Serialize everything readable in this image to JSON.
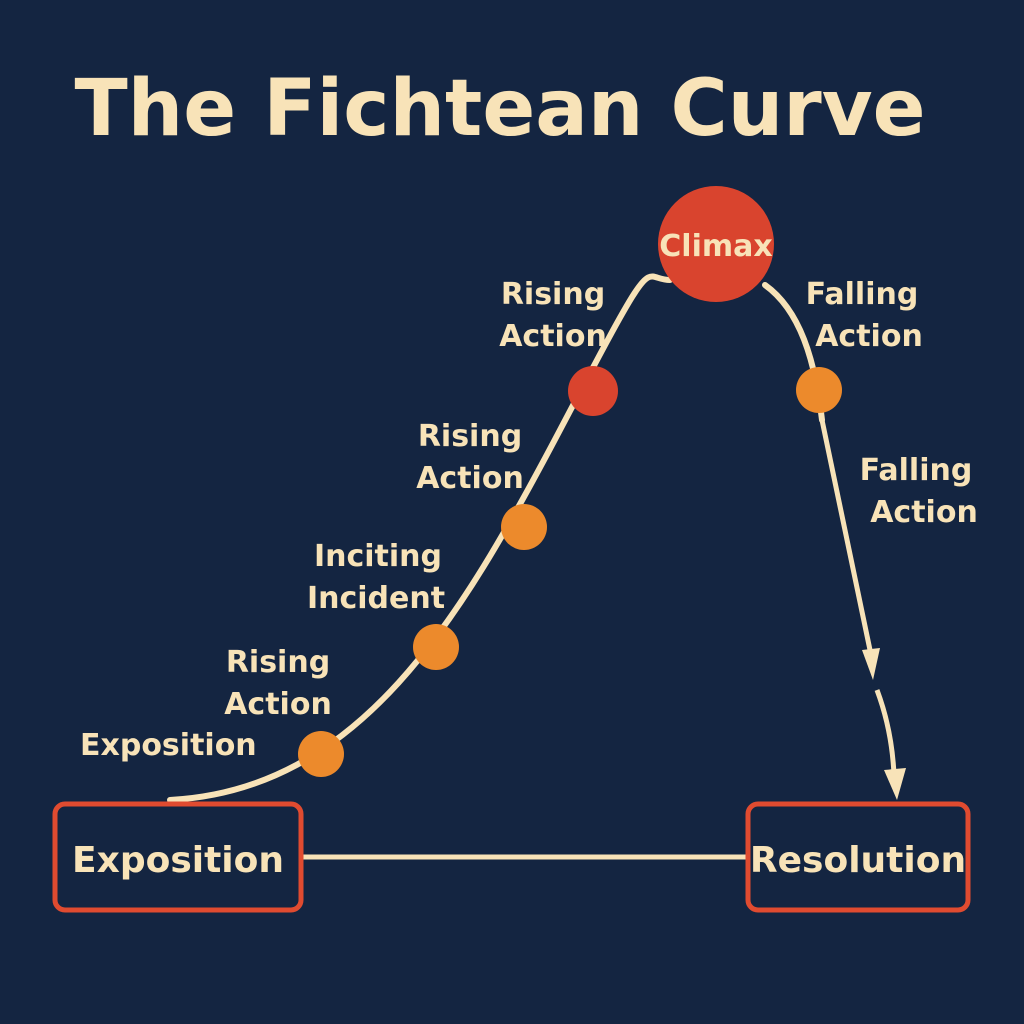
{
  "title": "The Fichtean Curve",
  "colors": {
    "background": "#142541",
    "curve": "#f8e3b8",
    "text": "#f8e3b8",
    "orange_point": "#ec8a2c",
    "red_point": "#d9442e",
    "box_border": "#e04b30"
  },
  "climax": {
    "label": "Climax"
  },
  "points": [
    {
      "id": "p1",
      "color": "orange"
    },
    {
      "id": "p2",
      "color": "orange"
    },
    {
      "id": "p3",
      "color": "orange"
    },
    {
      "id": "p4",
      "color": "red"
    },
    {
      "id": "p5",
      "color": "orange"
    }
  ],
  "labels": {
    "exposition": "Exposition",
    "rising_action_1": [
      "Rising",
      "Action"
    ],
    "inciting_incident": [
      "Inciting",
      "Incident"
    ],
    "rising_action_2": [
      "Rising",
      "Action"
    ],
    "rising_action_3": [
      "Rising",
      "Action"
    ],
    "falling_action_1": [
      "Falling",
      "Action"
    ],
    "falling_action_2": [
      "Falling",
      "Action"
    ]
  },
  "boxes": {
    "start": "Exposition",
    "end": "Resolution"
  }
}
